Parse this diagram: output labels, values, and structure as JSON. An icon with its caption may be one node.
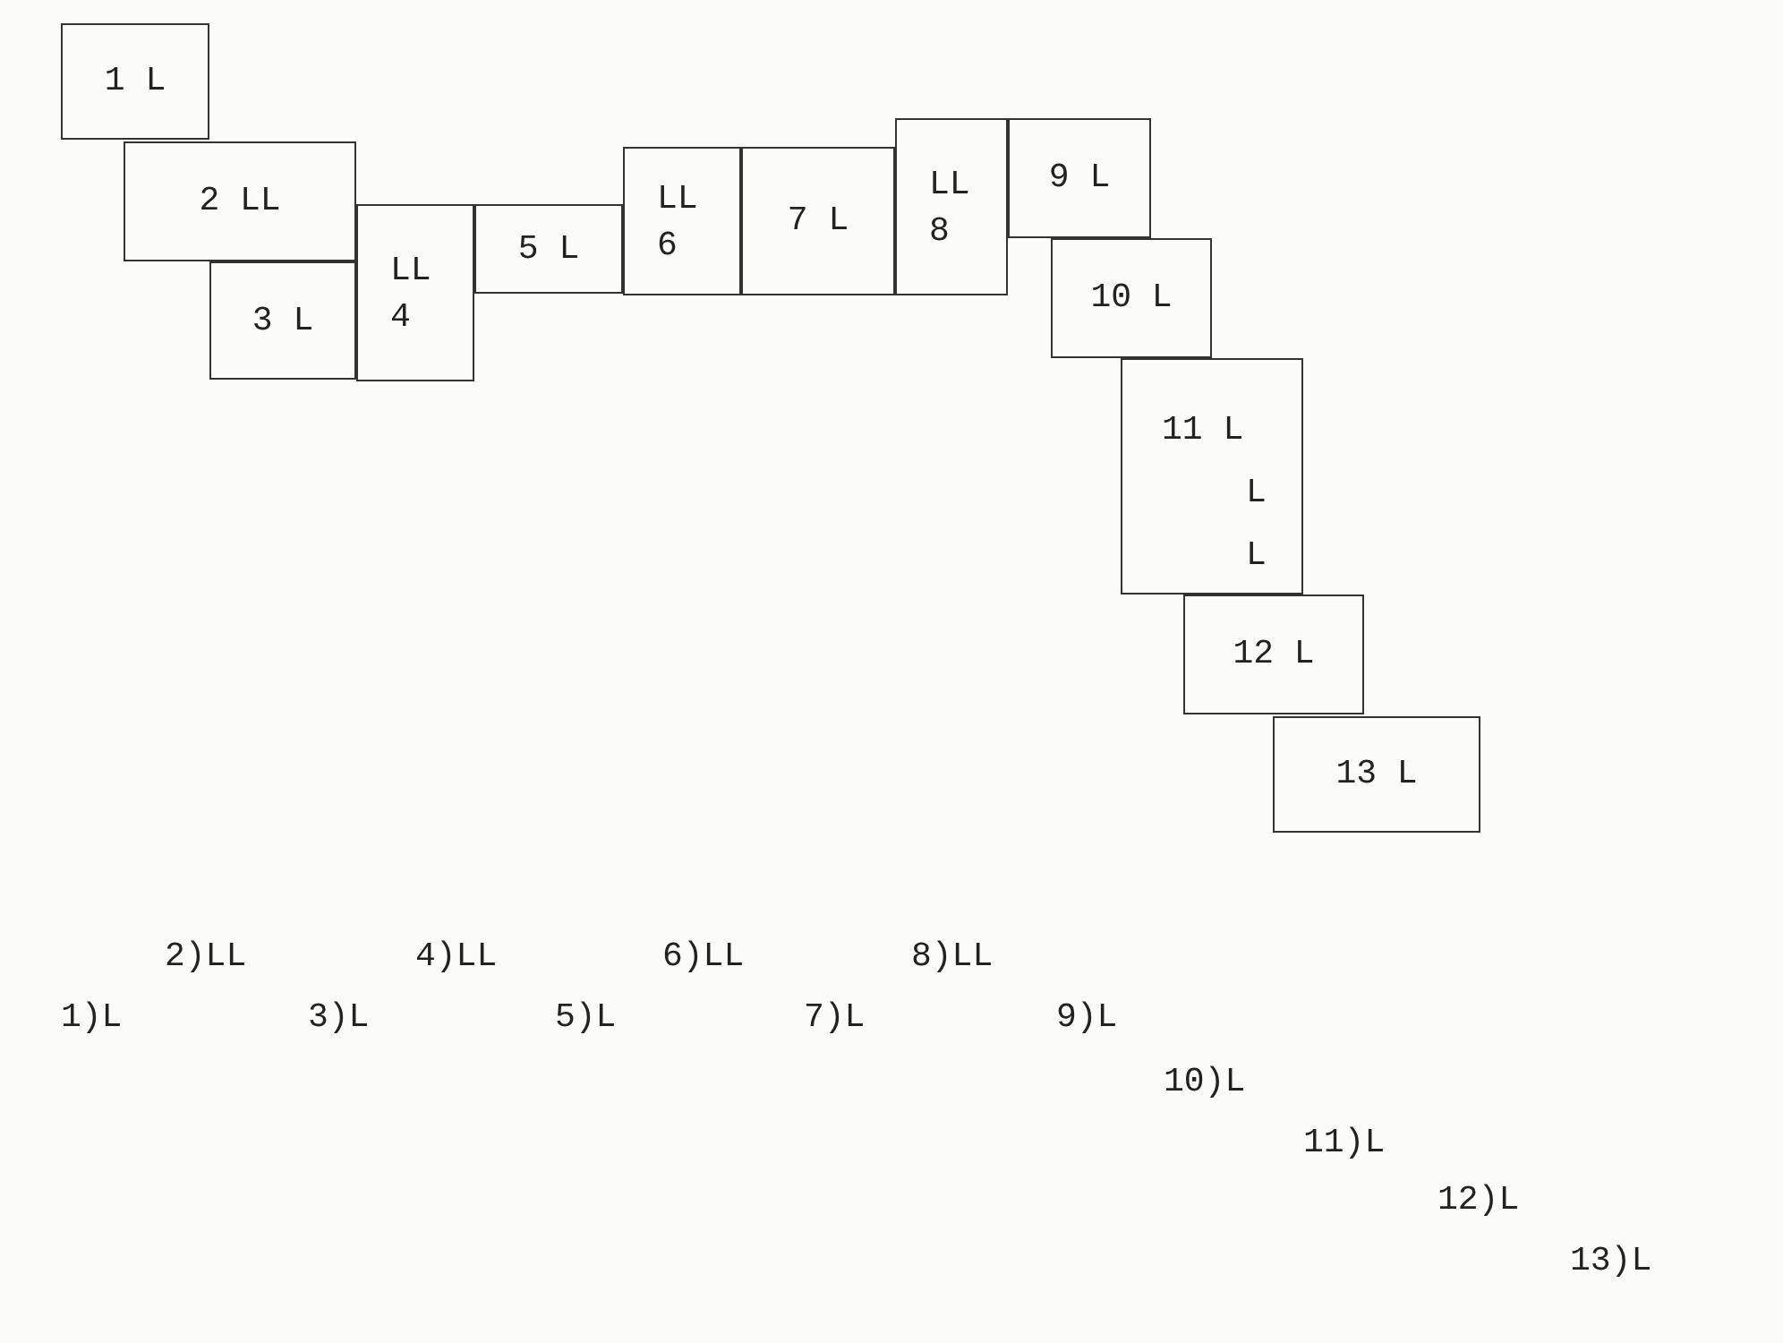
{
  "diagram": {
    "nodes": [
      {
        "text": [
          "1 L"
        ]
      },
      {
        "text": [
          "2 LL"
        ]
      },
      {
        "text": [
          "3 L"
        ]
      },
      {
        "text": [
          "LL",
          "4"
        ]
      },
      {
        "text": [
          "5 L"
        ]
      },
      {
        "text": [
          "LL",
          "6"
        ]
      },
      {
        "text": [
          "7 L"
        ]
      },
      {
        "text": [
          "LL",
          "8"
        ]
      },
      {
        "text": [
          "9 L"
        ]
      },
      {
        "text": [
          "10 L"
        ]
      },
      {
        "text": [
          "11 L",
          "L",
          "L"
        ]
      },
      {
        "text": [
          "12 L"
        ]
      },
      {
        "text": [
          "13 L"
        ]
      }
    ],
    "labels": [
      "2)LL",
      "4)LL",
      "6)LL",
      "8)LL",
      "1)L",
      "3)L",
      "5)L",
      "7)L",
      "9)L",
      "10)L",
      "11)L",
      "12)L",
      "13)L"
    ]
  }
}
